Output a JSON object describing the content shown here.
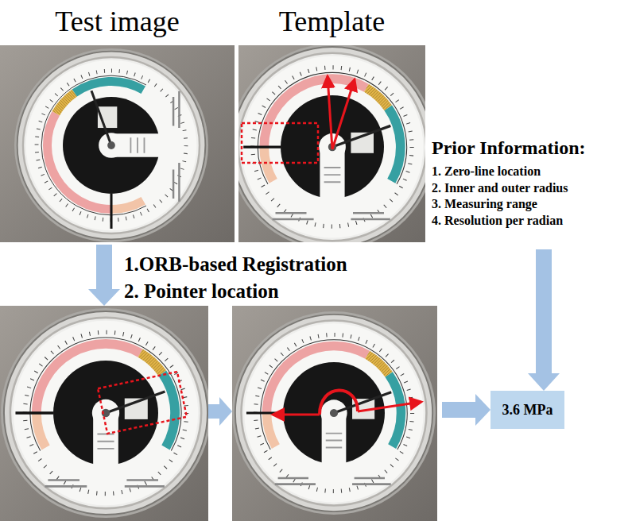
{
  "diagram": {
    "nodes": [
      {
        "text": [
          "Test image"
        ]
      },
      {
        "text": [
          "Template"
        ]
      },
      {
        "text": [
          "Prior Information:",
          "1. Zero-line location",
          "2. Inner and outer radius",
          "3. Measuring range",
          "4. Resolution per radian"
        ]
      },
      {
        "text": [
          "3.6 MPa"
        ]
      }
    ],
    "edges": [
      {
        "from": 2,
        "to": 3,
        "arrow": "to"
      }
    ],
    "labels": [
      "1.ORB-based Registration",
      "2. Pointer location"
    ]
  }
}
